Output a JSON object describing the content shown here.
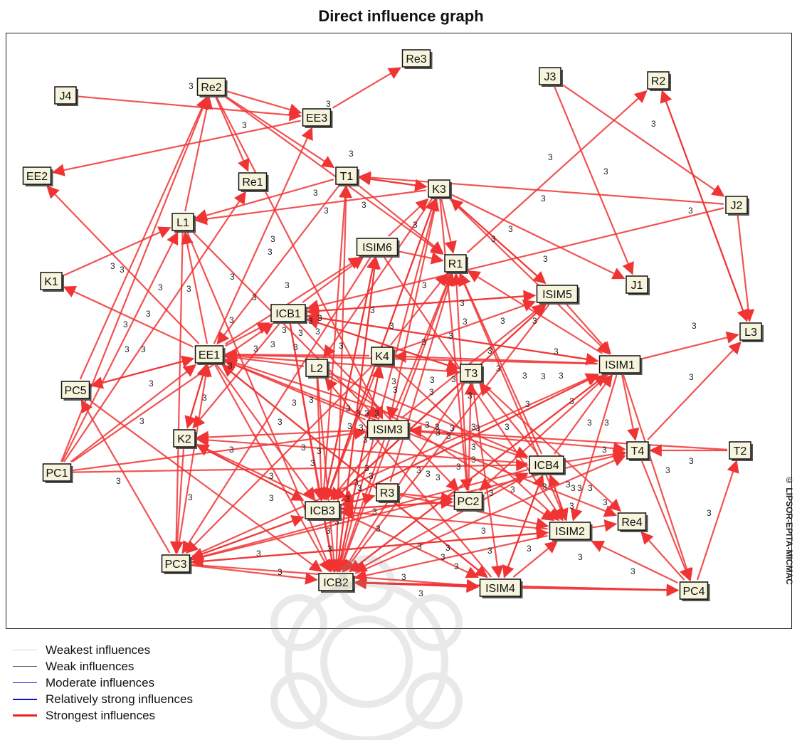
{
  "title": "Direct influence graph",
  "side_text": "© LIPSOR-EPITA-MICMAC",
  "edge_color": "#f03434",
  "weight_label": "3",
  "legend": [
    {
      "label": "Weakest influences",
      "color": "#d8d8d8"
    },
    {
      "label": "Weak influences",
      "color": "#555555"
    },
    {
      "label": "Moderate influences",
      "color": "#3333dd"
    },
    {
      "label": "Relatively strong influences",
      "color": "#1111cc"
    },
    {
      "label": "Strongest influences",
      "color": "#ee2222"
    }
  ],
  "nodes": [
    "J4",
    "Re2",
    "EE3",
    "Re3",
    "J3",
    "R2",
    "EE2",
    "Re1",
    "T1",
    "K3",
    "J2",
    "L1",
    "ISIM6",
    "R1",
    "J1",
    "K1",
    "ICB1",
    "ISIM5",
    "L3",
    "EE1",
    "K4",
    "L2",
    "T3",
    "ISIM1",
    "PC5",
    "ISIM3",
    "K2",
    "T4",
    "T2",
    "PC1",
    "ICB4",
    "R3",
    "PC2",
    "ICB3",
    "ISIM2",
    "Re4",
    "PC3",
    "ICB2",
    "ISIM4",
    "PC4"
  ],
  "edges": [
    [
      "J4",
      "EE3"
    ],
    [
      "Re2",
      "EE3"
    ],
    [
      "EE3",
      "Re3"
    ],
    [
      "EE3",
      "EE2"
    ],
    [
      "Re2",
      "Re1"
    ],
    [
      "Re2",
      "T1"
    ],
    [
      "Re2",
      "R1"
    ],
    [
      "Re2",
      "ISIM3"
    ],
    [
      "J3",
      "J2"
    ],
    [
      "J3",
      "J1"
    ],
    [
      "R2",
      "L3"
    ],
    [
      "L3",
      "R2"
    ],
    [
      "J2",
      "L3"
    ],
    [
      "J2",
      "T1"
    ],
    [
      "J2",
      "ICB1"
    ],
    [
      "K3",
      "L1"
    ],
    [
      "K3",
      "T1"
    ],
    [
      "K3",
      "R1"
    ],
    [
      "K3",
      "ISIM1"
    ],
    [
      "K3",
      "J1"
    ],
    [
      "K3",
      "ISIM5"
    ],
    [
      "K3",
      "ICB3"
    ],
    [
      "K3",
      "PC2"
    ],
    [
      "K3",
      "ISIM3"
    ],
    [
      "K3",
      "L2"
    ],
    [
      "T1",
      "EE1"
    ],
    [
      "T1",
      "L1"
    ],
    [
      "T1",
      "K3"
    ],
    [
      "T1",
      "R1"
    ],
    [
      "L1",
      "ICB2"
    ],
    [
      "L1",
      "PC3"
    ],
    [
      "L1",
      "ISIM3"
    ],
    [
      "L1",
      "Re2"
    ],
    [
      "K1",
      "L1"
    ],
    [
      "EE1",
      "K1"
    ],
    [
      "EE1",
      "EE2"
    ],
    [
      "EE1",
      "L1"
    ],
    [
      "EE1",
      "EE3"
    ],
    [
      "EE1",
      "ICB1"
    ],
    [
      "EE1",
      "ISIM6"
    ],
    [
      "EE1",
      "K2"
    ],
    [
      "EE1",
      "ICB2"
    ],
    [
      "EE1",
      "ISIM4"
    ],
    [
      "EE1",
      "Re4"
    ],
    [
      "EE1",
      "PC5"
    ],
    [
      "EE1",
      "T3"
    ],
    [
      "EE1",
      "ICB3"
    ],
    [
      "PC5",
      "EE1"
    ],
    [
      "PC5",
      "Re2"
    ],
    [
      "PC5",
      "ICB2"
    ],
    [
      "PC1",
      "EE1"
    ],
    [
      "PC1",
      "L1"
    ],
    [
      "PC1",
      "Re1"
    ],
    [
      "PC1",
      "Re2"
    ],
    [
      "PC1",
      "ICB1"
    ],
    [
      "PC1",
      "ICB4"
    ],
    [
      "PC1",
      "ISIM3"
    ],
    [
      "ISIM6",
      "R1"
    ],
    [
      "ISIM6",
      "ICB2"
    ],
    [
      "ISIM6",
      "ISIM2"
    ],
    [
      "ISIM6",
      "ICB3"
    ],
    [
      "ISIM6",
      "PC3"
    ],
    [
      "ISIM6",
      "K3"
    ],
    [
      "ICB1",
      "ISIM5"
    ],
    [
      "ICB1",
      "ISIM6"
    ],
    [
      "ICB1",
      "ISIM1"
    ],
    [
      "ICB1",
      "ICB3"
    ],
    [
      "ICB1",
      "PC2"
    ],
    [
      "ICB1",
      "K2"
    ],
    [
      "ICB1",
      "T3"
    ],
    [
      "ICB1",
      "ICB2"
    ],
    [
      "ISIM5",
      "K3"
    ],
    [
      "ISIM5",
      "ICB3"
    ],
    [
      "ISIM5",
      "ICB1"
    ],
    [
      "ISIM5",
      "ISIM1"
    ],
    [
      "ISIM5",
      "ICB2"
    ],
    [
      "K4",
      "EE1"
    ],
    [
      "K4",
      "R1"
    ],
    [
      "K4",
      "ISIM5"
    ],
    [
      "K4",
      "ICB2"
    ],
    [
      "K4",
      "ISIM2"
    ],
    [
      "K4",
      "ICB3"
    ],
    [
      "K4",
      "PC3"
    ],
    [
      "L2",
      "EE1"
    ],
    [
      "L2",
      "ICB3"
    ],
    [
      "L2",
      "ISIM2"
    ],
    [
      "L2",
      "ICB2"
    ],
    [
      "L2",
      "ICB4"
    ],
    [
      "ISIM1",
      "K4"
    ],
    [
      "ISIM1",
      "L3"
    ],
    [
      "ISIM1",
      "ICB1"
    ],
    [
      "ISIM1",
      "ICB3"
    ],
    [
      "ISIM1",
      "PC2"
    ],
    [
      "ISIM1",
      "ICB2"
    ],
    [
      "ISIM1",
      "ISIM2"
    ],
    [
      "ISIM1",
      "R1"
    ],
    [
      "ISIM1",
      "T4"
    ],
    [
      "ISIM1",
      "PC4"
    ],
    [
      "ISIM1",
      "EE1"
    ],
    [
      "T3",
      "ICB3"
    ],
    [
      "T3",
      "Re4"
    ],
    [
      "T3",
      "ICB2"
    ],
    [
      "T3",
      "ISIM4"
    ],
    [
      "T3",
      "ICB1"
    ],
    [
      "ISIM3",
      "K2"
    ],
    [
      "ISIM3",
      "R1"
    ],
    [
      "ISIM3",
      "ICB2"
    ],
    [
      "ISIM3",
      "ISIM5"
    ],
    [
      "ISIM3",
      "T4"
    ],
    [
      "ISIM3",
      "ICB3"
    ],
    [
      "ISIM3",
      "EE1"
    ],
    [
      "K2",
      "PC3"
    ],
    [
      "K2",
      "ICB3"
    ],
    [
      "K2",
      "ISIM4"
    ],
    [
      "K2",
      "EE1"
    ],
    [
      "T4",
      "L3"
    ],
    [
      "T4",
      "PC4"
    ],
    [
      "T2",
      "T4"
    ],
    [
      "T2",
      "ISIM3"
    ],
    [
      "PC4",
      "T2"
    ],
    [
      "PC4",
      "ISIM2"
    ],
    [
      "PC4",
      "ICB2"
    ],
    [
      "PC4",
      "Re4"
    ],
    [
      "ICB4",
      "T4"
    ],
    [
      "ICB4",
      "K2"
    ],
    [
      "ICB4",
      "T3"
    ],
    [
      "ICB4",
      "PC3"
    ],
    [
      "ICB4",
      "ICB2"
    ],
    [
      "ICB4",
      "ISIM1"
    ],
    [
      "ICB4",
      "ISIM2"
    ],
    [
      "ICB4",
      "R1"
    ],
    [
      "ICB4",
      "EE1"
    ],
    [
      "ICB4",
      "ISIM4"
    ],
    [
      "R3",
      "PC2"
    ],
    [
      "R3",
      "ICB3"
    ],
    [
      "R3",
      "R1"
    ],
    [
      "R3",
      "ISIM2"
    ],
    [
      "PC2",
      "ICB3"
    ],
    [
      "PC2",
      "R1"
    ],
    [
      "PC2",
      "T3"
    ],
    [
      "PC2",
      "ICB4"
    ],
    [
      "ICB3",
      "K2"
    ],
    [
      "ICB3",
      "PC3"
    ],
    [
      "ICB3",
      "T1"
    ],
    [
      "ICB3",
      "ISIM5"
    ],
    [
      "ICB3",
      "R3"
    ],
    [
      "ICB3",
      "ISIM1"
    ],
    [
      "ICB3",
      "PC2"
    ],
    [
      "ICB3",
      "ISIM6"
    ],
    [
      "ICB3",
      "ICB2"
    ],
    [
      "ICB3",
      "K3"
    ],
    [
      "ISIM2",
      "Re4"
    ],
    [
      "ISIM2",
      "ICB3"
    ],
    [
      "ISIM2",
      "ICB2"
    ],
    [
      "ISIM2",
      "ICB4"
    ],
    [
      "ISIM2",
      "R1"
    ],
    [
      "ISIM2",
      "PC3"
    ],
    [
      "PC3",
      "EE1"
    ],
    [
      "PC3",
      "ISIM2"
    ],
    [
      "PC3",
      "ICB2"
    ],
    [
      "PC3",
      "ICB3"
    ],
    [
      "PC3",
      "ISIM4"
    ],
    [
      "PC3",
      "ISIM1"
    ],
    [
      "PC3",
      "PC5"
    ],
    [
      "PC3",
      "T4"
    ],
    [
      "ICB2",
      "ISIM4"
    ],
    [
      "ICB2",
      "PC4"
    ],
    [
      "ICB2",
      "R1"
    ],
    [
      "ICB2",
      "ISIM6"
    ],
    [
      "ICB2",
      "T1"
    ],
    [
      "ICB2",
      "K3"
    ],
    [
      "ICB2",
      "ISIM1"
    ],
    [
      "ICB2",
      "T4"
    ],
    [
      "ICB2",
      "K4"
    ],
    [
      "ISIM4",
      "ICB2"
    ],
    [
      "ISIM4",
      "ICB4"
    ],
    [
      "ISIM4",
      "PC4"
    ],
    [
      "ISIM4",
      "EE1"
    ],
    [
      "ISIM4",
      "L2"
    ],
    [
      "ISIM4",
      "ISIM2"
    ],
    [
      "R1",
      "R2"
    ]
  ]
}
